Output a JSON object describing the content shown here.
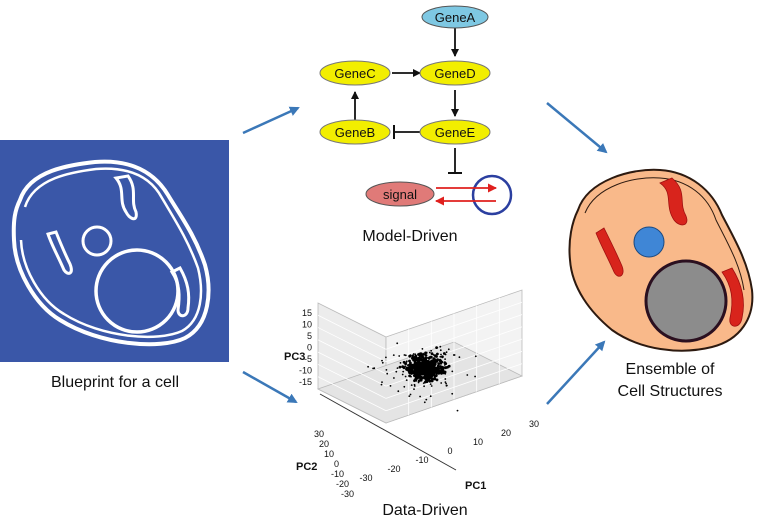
{
  "captions": {
    "blueprint": "Blueprint for a cell",
    "model_driven": "Model-Driven",
    "data_driven": "Data-Driven",
    "ensemble_line1": "Ensemble of",
    "ensemble_line2": "Cell Structures"
  },
  "network": {
    "genes": [
      "GeneA",
      "GeneC",
      "GeneD",
      "GeneB",
      "GeneE"
    ],
    "signal": "signal",
    "edges": [
      {
        "from": "GeneA",
        "to": "GeneD",
        "type": "activation"
      },
      {
        "from": "GeneC",
        "to": "GeneD",
        "type": "activation"
      },
      {
        "from": "GeneD",
        "to": "GeneE",
        "type": "activation"
      },
      {
        "from": "GeneB",
        "to": "GeneC",
        "type": "activation"
      },
      {
        "from": "GeneE",
        "to": "GeneB",
        "type": "inhibition"
      },
      {
        "from": "GeneE",
        "to": "signal",
        "type": "inhibition"
      }
    ]
  },
  "scatter": {
    "axis_labels": {
      "x": "PC1",
      "y": "PC2",
      "z": "PC3"
    },
    "z_ticks": [
      "15",
      "10",
      "5",
      "0",
      "-5",
      "-10",
      "-15"
    ],
    "y_ticks": [
      "30",
      "20",
      "10",
      "0",
      "-10",
      "-20",
      "-30"
    ],
    "x_ticks": [
      "-30",
      "-20",
      "-10",
      "0",
      "10",
      "20",
      "30"
    ]
  },
  "colors": {
    "blueprint_bg": "#3a57a8",
    "gene_fill": "#f2ee00",
    "gene_a_fill": "#7ec8e3",
    "signal_fill": "#e07a78",
    "arrow_blue": "#3b78b8",
    "signal_arrow": "#e0201e",
    "cell_fill": "#f9b98a",
    "mito": "#d8241c",
    "nucleus": "#8c8c8c",
    "nucleolus": "#3f86d6"
  }
}
